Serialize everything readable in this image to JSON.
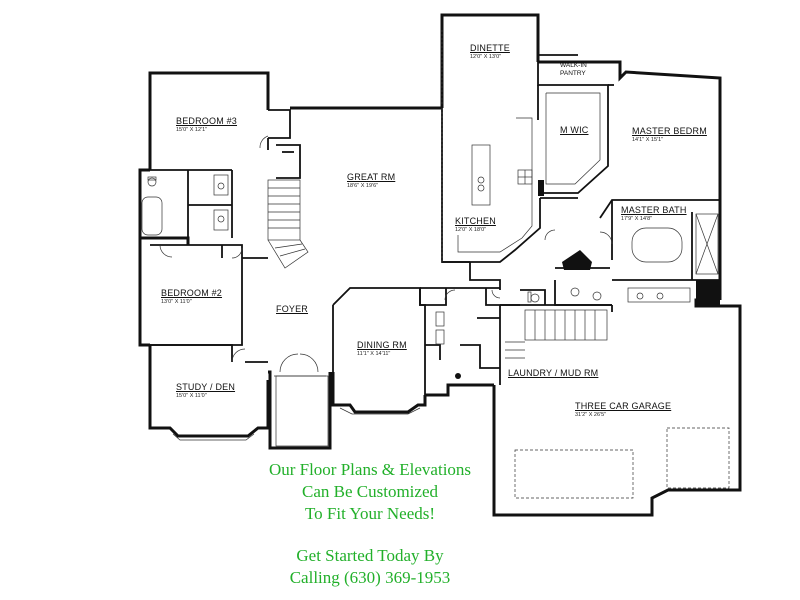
{
  "rooms": {
    "dinette": {
      "name": "DINETTE",
      "dim": "12'0\" X 13'0\""
    },
    "pantry": {
      "line1": "WALK-IN",
      "line2": "PANTRY"
    },
    "bedroom3": {
      "name": "BEDROOM #3",
      "dim": "15'0\" X 12'1\""
    },
    "great_rm": {
      "name": "GREAT RM",
      "dim": "18'6\" X 19'6\""
    },
    "m_wic": {
      "name": "M WIC"
    },
    "master_bedrm": {
      "name": "MASTER BEDRM",
      "dim": "14'1\" X 15'1\""
    },
    "kitchen": {
      "name": "KITCHEN",
      "dim": "12'0\" X 18'0\""
    },
    "master_bath": {
      "name": "MASTER BATH",
      "dim": "17'9\" X 14'8\""
    },
    "bedroom2": {
      "name": "BEDROOM #2",
      "dim": "13'0\" X 11'0\""
    },
    "foyer": {
      "name": "FOYER"
    },
    "dining_rm": {
      "name": "DINING RM",
      "dim": "11'1\" X 14'11\""
    },
    "laundry": {
      "name": "LAUNDRY / MUD RM"
    },
    "study": {
      "name": "STUDY / DEN",
      "dim": "15'0\" X 11'0\""
    },
    "garage": {
      "name": "THREE CAR GARAGE",
      "dim": "31'2\" X 26'5\""
    }
  },
  "promo": {
    "line1": "Our Floor Plans & Elevations",
    "line2": "Can Be Customized",
    "line3": "To Fit Your Needs!",
    "line4": "Get Started Today By",
    "line5": "Calling (630) 369-1953"
  },
  "colors": {
    "wall": "#111111",
    "promo_text": "#22b02a"
  }
}
